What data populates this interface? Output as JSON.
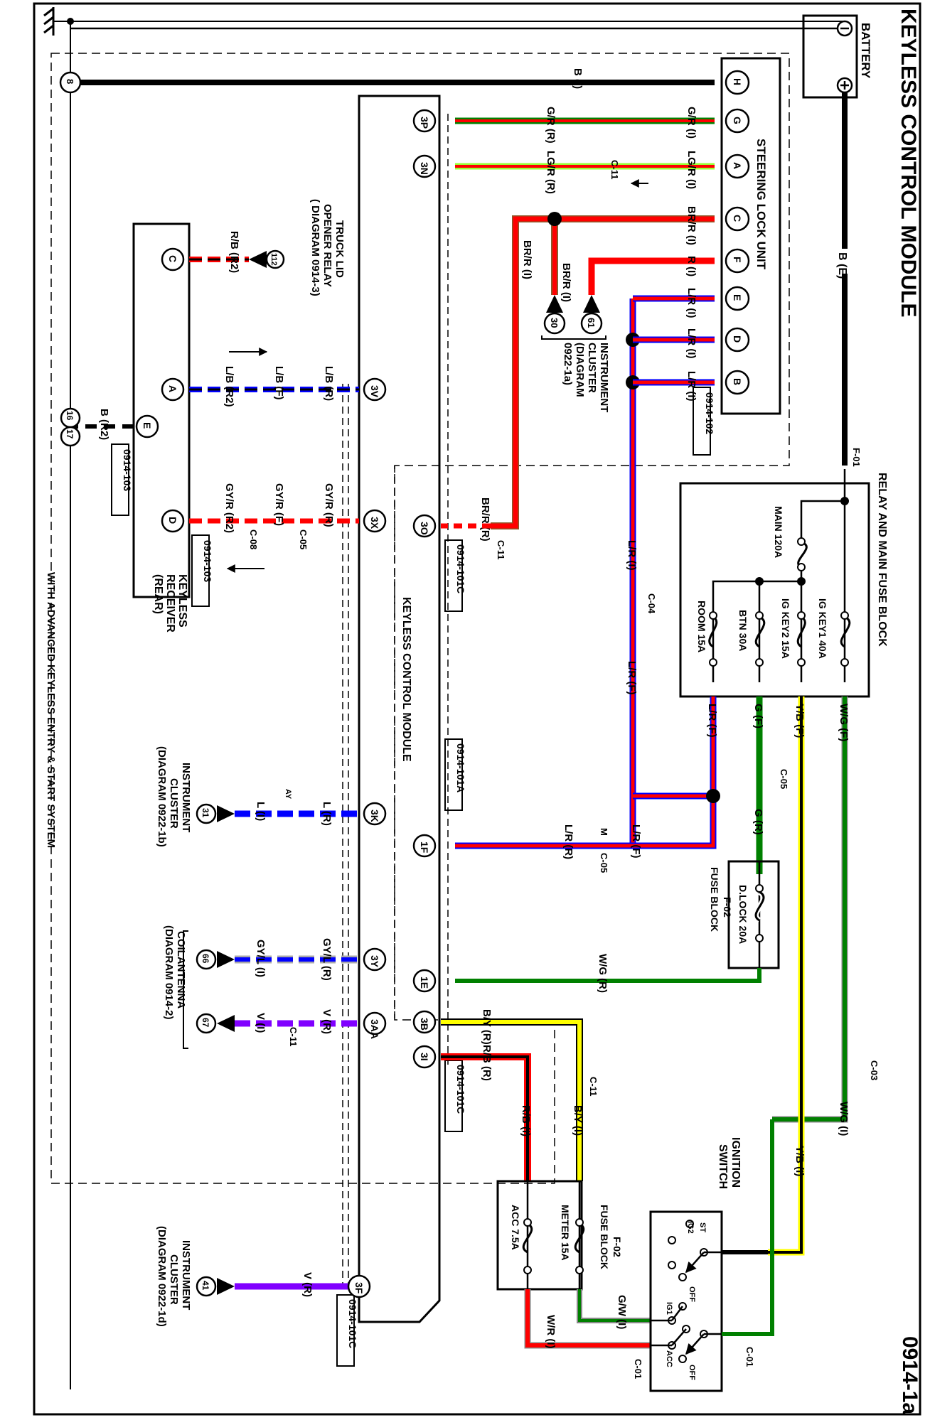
{
  "title": "KEYLESS CONTROL MODULE",
  "diagram_code": "0914-1a",
  "footer_note": "WITH ADVANCED KEYLESS ENTRY & START SYSTEM",
  "colors": {
    "black": "#000000",
    "red": "#ff0000",
    "green": "#008000",
    "light_green": "#99ff33",
    "blue": "#0000ff",
    "yellow": "#ffff00",
    "violet": "#8000ff",
    "brown": "#8b5a2b",
    "gray": "#aaaaaa"
  },
  "components": {
    "battery": {
      "label": "BATTERY",
      "neg": "⊖",
      "pos": "⊕",
      "wire": "B (E)"
    },
    "steering_lock_unit": {
      "label": "STEERING LOCK UNIT",
      "ref": "0914-102",
      "pins": [
        "H",
        "G",
        "A",
        "C",
        "F",
        "E",
        "D",
        "B"
      ]
    },
    "relay_fuse_block": {
      "label": "RELAY AND MAIN FUSE BLOCK",
      "connector": "F-01",
      "fuses": [
        "MAIN 120A",
        "IG KEY1 40A",
        "IG KEY2 15A",
        "BTN 30A",
        "ROOM  15A"
      ],
      "outputs": [
        "W/G (F)",
        "Y/B (F)",
        "G (F)",
        "L/R (F)"
      ]
    },
    "fuse_block_dlock": {
      "label_line1": "F-02",
      "label_line2": "FUSE BLOCK",
      "fuse": "D.LOCK 20A"
    },
    "fuse_block_meter": {
      "label_line1": "F-02",
      "label_line2": "FUSE BLOCK",
      "fuses": [
        "METER 15A",
        "ACC 7.5A"
      ]
    },
    "ignition_switch": {
      "label_line1": "IGNITION",
      "label_line2": "SWITCH",
      "positions": [
        "ST",
        "IG2",
        "OFF",
        "IG1",
        "ACC",
        "OFF"
      ],
      "connector": "C-01"
    },
    "keyless_control_module": {
      "label": "KEYLESS CONTROL MODULE",
      "refs": [
        "0914-101C",
        "0914-101A",
        "0914-101C",
        "0914-101C"
      ],
      "pins": [
        "3P",
        "3N",
        "3V",
        "3X",
        "3O",
        "3K",
        "1F",
        "3Y",
        "1E",
        "3AA",
        "3B",
        "3I",
        "3F"
      ]
    },
    "keyless_receiver_rear": {
      "label_line1": "KEYLESS",
      "label_line2": "RECEIVER",
      "label_line3": "(REAR)",
      "ref": "0914-103",
      "pins": [
        "C",
        "A",
        "E",
        "D"
      ]
    },
    "truck_lid_relay": {
      "label_line1": "TRUCK LID",
      "label_line2": "OPENER RELAY",
      "label_line3": "( DIAGRAM  0914-3)",
      "pin": "112"
    },
    "instrument_cluster_a": {
      "label_line1": "INSTRUMENT",
      "label_line2": "CLUSTER",
      "label_line3": "(DIAGRAM",
      "label_line4": "0922-1a)",
      "pins": [
        "30",
        "61"
      ]
    },
    "instrument_cluster_b": {
      "label_line1": "INSTRUMENT",
      "label_line2": "CLUSTER",
      "label_line3": "(DIAGRAM 0922-1b)",
      "pin": "31"
    },
    "coil_antenna": {
      "label_line1": "COILANTENNA",
      "label_line2": "(DIAGRAM  0914-2)",
      "pins": [
        "66",
        "67"
      ]
    },
    "instrument_cluster_d": {
      "label_line1": "INSTRUMENT",
      "label_line2": "CLUSTER",
      "label_line3": "(DIAGRAM  0922-1d)",
      "pin": "41"
    },
    "ground": {
      "points": [
        "8",
        "16",
        "17"
      ]
    }
  },
  "wires": {
    "steer_H": "B (I)",
    "steer_G_I": "G/R (I)",
    "steer_G_R": "G/R (R)",
    "steer_A_I": "LG/R (I)",
    "steer_A_R": "LG/R (R)",
    "steer_C": "BR/R (I)",
    "steer_F": "R (I)",
    "steer_E": "L/R (I)",
    "steer_D": "L/R (I)",
    "steer_B": "L/R (I)",
    "br_30": "BR/R (I)",
    "br_kcm": "BR/R (I)",
    "br_3o": "BR/R (R)",
    "lr_I": "L/R (I)",
    "lr_F": "L/R (F)",
    "lr_1F_F": "L/R (F)",
    "lr_1F_R": "L/R (R)",
    "g_F": "G (F)",
    "g_R": "G (R)",
    "wg_1E": "W/G (R)",
    "wg_I": "W/G (I)",
    "yb_I": "Y/B (I)",
    "by_R": "B/Y (R)",
    "by_I": "B/Y (I)",
    "rb_R": "R/B (R)",
    "rb_I": "R/B (I)",
    "gw_I": "G/W (I)",
    "wr_I": "W/R (I)",
    "lb_R": "L/B (R)",
    "lb_F": "L/B (F)",
    "lb_R2": "L/B (R2)",
    "gyr_R": "GY/R (R)",
    "gyr_F": "GY/R (F)",
    "gyr_R2": "GY/R (R2)",
    "rb_R2": "R/B (R2)",
    "b_R2": "B (R2)",
    "l_R": "L (R)",
    "l_I": "L (I)",
    "gyl_R": "GY/L (R)",
    "gyl_I": "GY/L (I)",
    "v_R": "V (R)",
    "v_I": "V (I)",
    "v_41": "V (R)"
  },
  "connectors": {
    "c11": "C-11",
    "c04": "C-04",
    "c05": "C-05",
    "c05b": "C-05",
    "c08": "C-08",
    "c03": "C-03",
    "c01a": "C-01",
    "c01b": "C-01",
    "f01": "F-01",
    "c11b": "C-11",
    "c11c": "C-11",
    "c11d": "C-11",
    "ay": "AY",
    "m": "M"
  }
}
